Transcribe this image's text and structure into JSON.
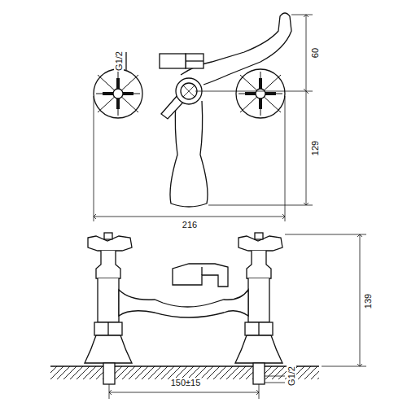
{
  "diagram": {
    "labels": [
      "G1/2",
      "60",
      "129",
      "216",
      "139",
      "150±15",
      "G1/2"
    ]
  }
}
